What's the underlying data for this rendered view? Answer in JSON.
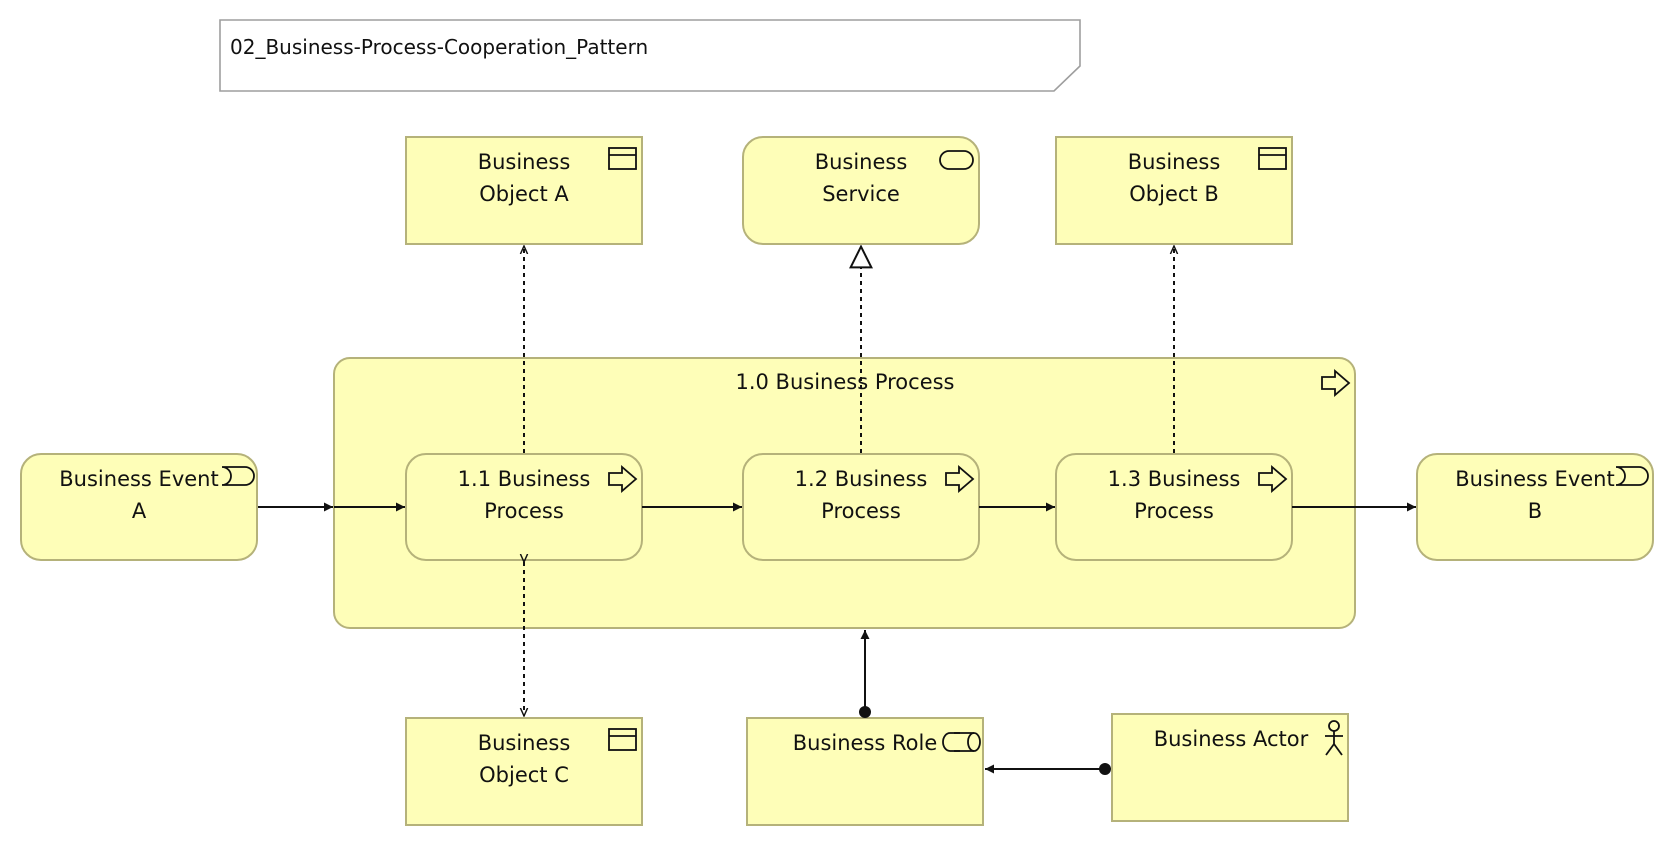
{
  "title": "02_Business-Process-Cooperation_Pattern",
  "colors": {
    "element_fill": "#fefeb8",
    "element_border": "#b5b27a",
    "line": "#111111"
  },
  "elements": {
    "business_object_a": {
      "type": "Business Object",
      "line1": "Business",
      "line2": "Object A",
      "icon": "business-object-icon"
    },
    "business_service": {
      "type": "Business Service",
      "line1": "Business",
      "line2": "Service",
      "icon": "business-service-icon"
    },
    "business_object_b": {
      "type": "Business Object",
      "line1": "Business",
      "line2": "Object B",
      "icon": "business-object-icon"
    },
    "main_process": {
      "type": "Business Process",
      "label": "1.0 Business Process",
      "icon": "process-arrow-icon"
    },
    "business_event_a": {
      "type": "Business Event",
      "line1": "Business Event",
      "line2": "A",
      "icon": "business-event-icon"
    },
    "process_1_1": {
      "type": "Business Process",
      "line1": "1.1 Business",
      "line2": "Process",
      "icon": "process-arrow-icon"
    },
    "process_1_2": {
      "type": "Business Process",
      "line1": "1.2 Business",
      "line2": "Process",
      "icon": "process-arrow-icon"
    },
    "process_1_3": {
      "type": "Business Process",
      "line1": "1.3 Business",
      "line2": "Process",
      "icon": "process-arrow-icon"
    },
    "business_event_b": {
      "type": "Business Event",
      "line1": "Business Event",
      "line2": "B",
      "icon": "business-event-icon"
    },
    "business_object_c": {
      "type": "Business Object",
      "line1": "Business",
      "line2": "Object C",
      "icon": "business-object-icon"
    },
    "business_role": {
      "type": "Business Role",
      "label": "Business Role",
      "icon": "business-role-icon"
    },
    "business_actor": {
      "type": "Business Actor",
      "label": "Business Actor",
      "icon": "business-actor-icon"
    }
  },
  "relationships": [
    {
      "type": "triggering",
      "from": "Business Event A",
      "to": "1.0 Business Process"
    },
    {
      "type": "triggering",
      "from": "1.0 Business Process",
      "to": "1.1 Business Process"
    },
    {
      "type": "triggering",
      "from": "1.1 Business Process",
      "to": "1.2 Business Process"
    },
    {
      "type": "triggering",
      "from": "1.2 Business Process",
      "to": "1.3 Business Process"
    },
    {
      "type": "triggering",
      "from": "1.3 Business Process",
      "to": "Business Event B"
    },
    {
      "type": "access (write)",
      "from": "1.1 Business Process",
      "to": "Business Object A"
    },
    {
      "type": "realization",
      "from": "1.2 Business Process",
      "to": "Business Service"
    },
    {
      "type": "access (write)",
      "from": "1.3 Business Process",
      "to": "Business Object B"
    },
    {
      "type": "access (read/write)",
      "from": "1.1 Business Process",
      "to": "Business Object C"
    },
    {
      "type": "assignment",
      "from": "Business Role",
      "to": "1.0 Business Process"
    },
    {
      "type": "assignment",
      "from": "Business Actor",
      "to": "Business Role"
    }
  ]
}
